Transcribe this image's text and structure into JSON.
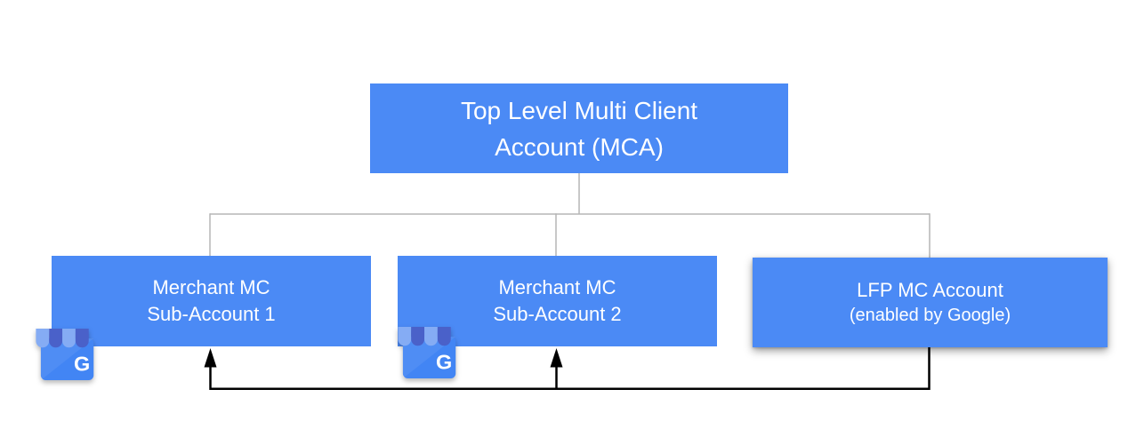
{
  "diagram": {
    "title_box": {
      "lines": [
        "Top Level Multi Client",
        "Account (MCA)"
      ]
    },
    "sub_boxes": [
      {
        "id": "merchant-sub-account-1",
        "lines": [
          "Merchant MC",
          "Sub-Account 1"
        ],
        "icon": "google-business-icon"
      },
      {
        "id": "merchant-sub-account-2",
        "lines": [
          "Merchant MC",
          "Sub-Account 2"
        ],
        "icon": "google-business-icon"
      },
      {
        "id": "lfp-mc-account",
        "lines": [
          "LFP MC Account",
          "(enabled by Google)"
        ]
      }
    ],
    "icon_letter": "G"
  },
  "colors": {
    "box_blue": "#4B8AF5",
    "box_text": "#FFFFFF",
    "tree_line_gray": "#B6B6B6",
    "arrow_black": "#000000",
    "icon_body_blue": "#4285F4",
    "icon_awning_light": "#85ACF4",
    "icon_awning_dark": "#4A61C9",
    "icon_letter_white": "#FFFFFF"
  }
}
